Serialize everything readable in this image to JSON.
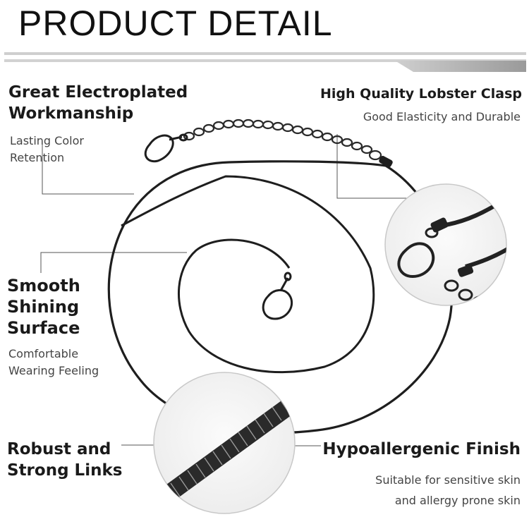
{
  "header": {
    "title": "PRODUCT DETAIL"
  },
  "features": [
    {
      "title_lines": [
        "Great Electroplated",
        "Workmanship"
      ],
      "desc_lines": [
        "Lasting Color",
        "Retention"
      ]
    },
    {
      "title_lines": [
        "High Quality Lobster Clasp"
      ],
      "desc_lines": [
        "Good Elasticity and Durable"
      ]
    },
    {
      "title_lines": [
        "Smooth",
        "Shining",
        "Surface"
      ],
      "desc_lines": [
        "Comfortable",
        "Wearing Feeling"
      ]
    },
    {
      "title_lines": [
        "Robust and",
        "Strong Links"
      ],
      "desc_lines": []
    },
    {
      "title_lines": [
        "Hypoallergenic Finish"
      ],
      "desc_lines": [
        "Suitable for sensitive skin",
        "and allergy prone skin"
      ]
    }
  ],
  "colors": {
    "chain": "#1e1e1e",
    "leader": "#555555",
    "rule": "#cfcfcf"
  }
}
